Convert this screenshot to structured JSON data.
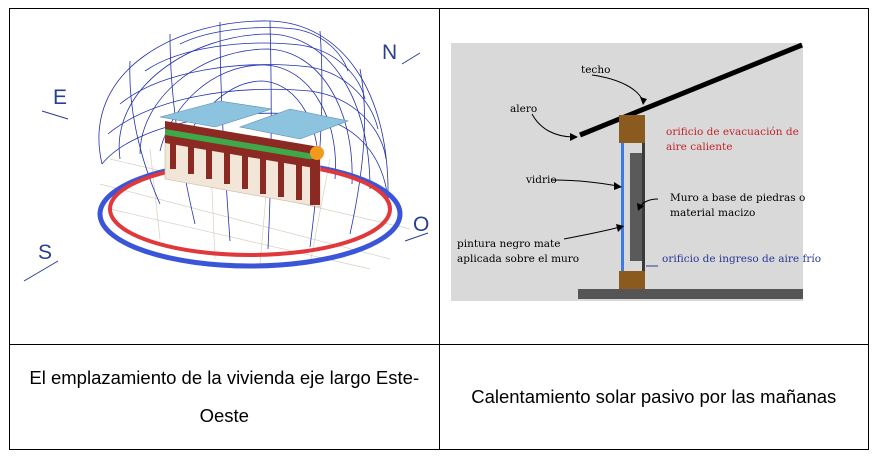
{
  "left_figure": {
    "compass": {
      "north": "N",
      "east": "E",
      "south": "S",
      "west": "O"
    },
    "colors": {
      "wire": "#2230b0",
      "red_path": "#e0383b",
      "blue_path": "#3a55d8",
      "roof": "#8cc4e0",
      "walls": "#8a2a22",
      "sun": "#f39a1e"
    }
  },
  "right_figure": {
    "labels": {
      "techo": "techo",
      "alero": "alero",
      "hot_air_line1": "orificio de evacuación de",
      "hot_air_line2": "aire caliente",
      "vidrio": "vidrio",
      "wall_line1": "Muro a base de piedras o",
      "wall_line2": "material macizo",
      "paint_line1": "pintura negro mate",
      "paint_line2": "aplicada sobre el muro",
      "cold_air": "orificio de ingreso de aire frío"
    },
    "colors": {
      "background": "#d9d9d9",
      "hot_text": "#c0262c",
      "cold_text": "#2a3896",
      "wood": "#8b5a1e",
      "glass": "#3d7be0",
      "wall": "#5a5a5a"
    }
  },
  "captions": {
    "left": "El emplazamiento de la vivienda eje largo Este-Oeste",
    "right": "Calentamiento solar pasivo por las mañanas"
  }
}
